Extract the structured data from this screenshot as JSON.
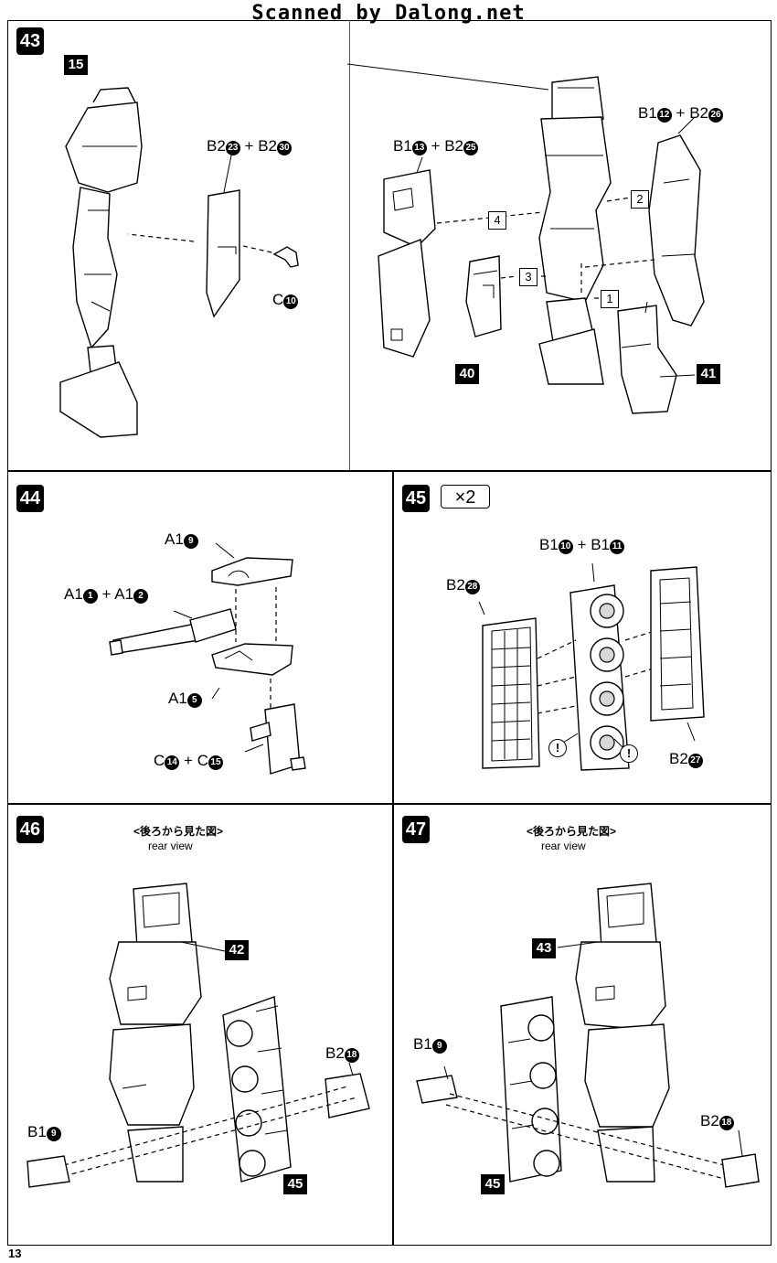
{
  "header": {
    "scanner_credit": "Scanned by Dalong.net"
  },
  "page_number": "13",
  "steps": {
    "s43": {
      "number": "43",
      "left": {
        "callout": "15",
        "part_a": "B2",
        "num_a": "23",
        "plus": "+",
        "part_b": "B2",
        "num_b": "30",
        "part_c": "C",
        "num_c": "10"
      },
      "right": {
        "p1": "B1",
        "n1": "13",
        "p2": "B2",
        "n2": "25",
        "p3": "B1",
        "n3": "12",
        "p4": "B2",
        "n4": "26",
        "seq1": "1",
        "seq2": "2",
        "seq3": "3",
        "seq4": "4",
        "callout_a": "40",
        "callout_b": "41"
      }
    },
    "s44": {
      "number": "44",
      "l1_p": "A1",
      "l1_n": "9",
      "l2_pa": "A1",
      "l2_na": "1",
      "l2_pb": "A1",
      "l2_nb": "2",
      "l3_p": "A1",
      "l3_n": "5",
      "l4_pa": "C",
      "l4_na": "14",
      "l4_pb": "C",
      "l4_nb": "15"
    },
    "s45": {
      "number": "45",
      "multiplier": "×2",
      "l1_pa": "B1",
      "l1_na": "10",
      "l1_pb": "B1",
      "l1_nb": "11",
      "l2_p": "B2",
      "l2_n": "28",
      "l3_p": "B2",
      "l3_n": "27",
      "warning": "!"
    },
    "s46": {
      "number": "46",
      "jp_caption": "<後ろから見た図>",
      "en_caption": "rear view",
      "callout_top": "42",
      "callout_bottom": "45",
      "l1_p": "B2",
      "l1_n": "18",
      "l2_p": "B1",
      "l2_n": "9"
    },
    "s47": {
      "number": "47",
      "jp_caption": "<後ろから見た図>",
      "en_caption": "rear view",
      "callout_top": "43",
      "callout_bottom": "45",
      "l1_p": "B1",
      "l1_n": "9",
      "l2_p": "B2",
      "l2_n": "18"
    }
  }
}
